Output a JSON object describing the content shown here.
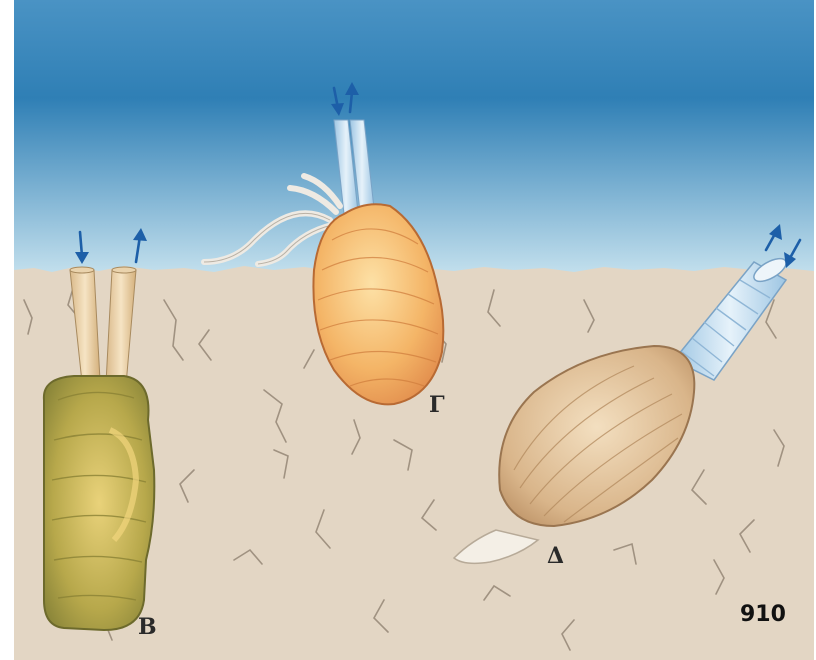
{
  "labels": {
    "b": "B",
    "g": "Γ",
    "d": "Δ"
  },
  "page_number": "910",
  "colors": {
    "water_top": "#2f7fb5",
    "water_bottom": "#cfe6f1",
    "sediment": "#e4d7c6",
    "crack": "#9c8d7b",
    "arrow": "#1d5fa8"
  },
  "icons": [
    "inflow-arrow-icon",
    "outflow-arrow-icon"
  ]
}
